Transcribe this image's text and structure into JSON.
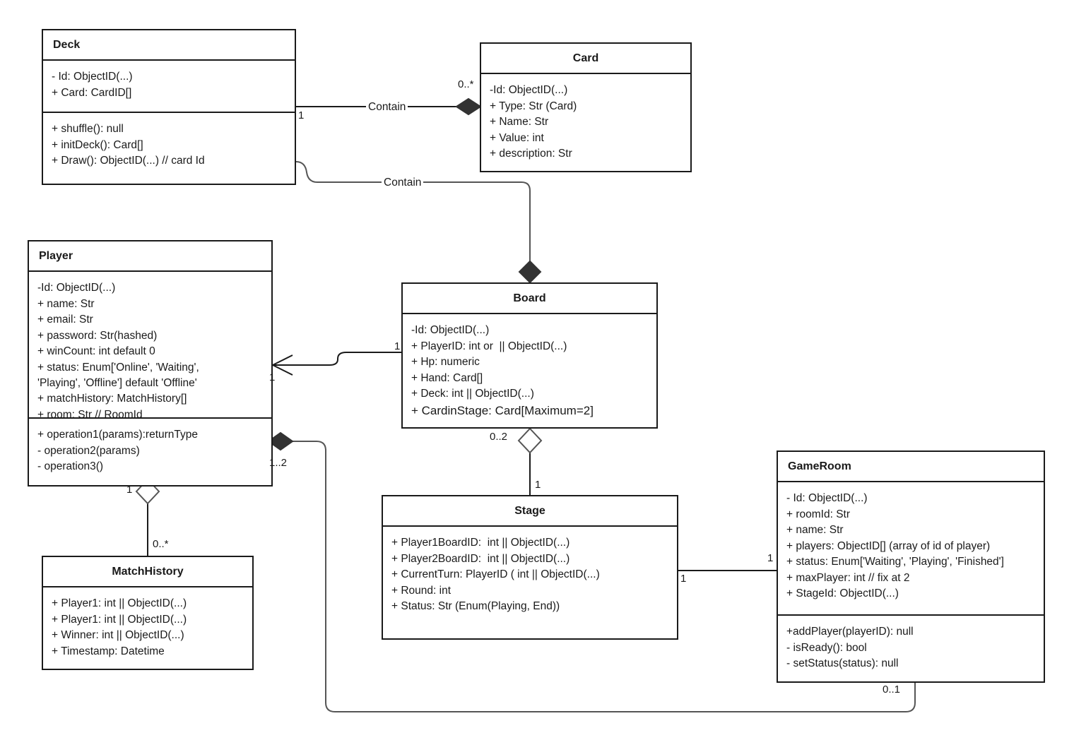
{
  "diagram": {
    "kind": "uml-class-diagram",
    "stroke_color": "#1a1a1a",
    "background_color": "#ffffff",
    "fill_color": "#ffffff"
  },
  "classes": {
    "deck": {
      "name": "Deck",
      "attributes": [
        "- Id: ObjectID(...)",
        "+ Card: CardID[]"
      ],
      "operations": [
        "+ shuffle(): null",
        "+ initDeck(): Card[]",
        "+ Draw(): ObjectID(...) // card Id"
      ]
    },
    "card": {
      "name": "Card",
      "attributes": [
        "-Id: ObjectID(...)",
        "+ Type: Str (Card)",
        "+ Name: Str",
        "+ Value: int",
        "+ description: Str"
      ]
    },
    "player": {
      "name": "Player",
      "attributes": [
        "-Id: ObjectID(...)",
        "+ name: Str",
        "+ email: Str",
        "+ password: Str(hashed)",
        "+ winCount: int default 0",
        "+ status: Enum['Online', 'Waiting',\n'Playing', 'Offline'] default 'Offline'",
        "+ matchHistory: MatchHistory[]",
        "+ room: Str // RoomId"
      ],
      "operations": [
        "+ operation1(params):returnType",
        "- operation2(params)",
        "- operation3()"
      ]
    },
    "board": {
      "name": "Board",
      "attributes": [
        "-Id: ObjectID(...)",
        "+ PlayerID: int or  || ObjectID(...)",
        "+ Hp: numeric",
        "+ Hand: Card[]",
        "+ Deck: int || ObjectID(...)",
        "+ CardinStage: Card[Maximum=2]"
      ]
    },
    "stage": {
      "name": "Stage",
      "attributes": [
        "+ Player1BoardID:  int || ObjectID(...)",
        "+ Player2BoardID:  int || ObjectID(...)",
        "+ CurrentTurn: PlayerID ( int || ObjectID(...)",
        "+ Round: int",
        "+ Status: Str (Enum(Playing, End))"
      ]
    },
    "gameroom": {
      "name": "GameRoom",
      "attributes": [
        "- Id: ObjectID(...)",
        "+ roomId: Str",
        "+ name: Str",
        "+ players: ObjectID[] (array of id of player)",
        "+ status: Enum['Waiting', 'Playing', 'Finished']",
        "+ maxPlayer: int // fix at 2",
        "+ StageId: ObjectID(...)"
      ],
      "operations": [
        "+addPlayer(playerID): null",
        "- isReady(): bool",
        "- setStatus(status): null"
      ]
    },
    "matchhistory": {
      "name": "MatchHistory",
      "attributes": [
        "+ Player1: int || ObjectID(...)",
        "+ Player1: int || ObjectID(...)",
        "+ Winner: int || ObjectID(...)",
        "+ Timestamp: Datetime"
      ]
    }
  },
  "relationships": {
    "deck_card": {
      "label": "Contain",
      "source_multiplicity": "1",
      "target_multiplicity": "0..*",
      "end_marker": "filled-diamond"
    },
    "deck_board": {
      "label": "Contain",
      "end_marker": "filled-diamond"
    },
    "board_player": {
      "source_multiplicity": "1",
      "target_multiplicity": "1",
      "end_marker": "open-arrow"
    },
    "board_stage": {
      "source_multiplicity": "0..2",
      "target_multiplicity": "1",
      "end_marker": "hollow-diamond"
    },
    "player_matchhistory": {
      "source_multiplicity": "1",
      "target_multiplicity": "0..*",
      "end_marker": "hollow-diamond"
    },
    "player_gameroom": {
      "source_multiplicity": "1..2",
      "target_multiplicity": "0..1",
      "end_marker": "filled-diamond"
    },
    "stage_gameroom": {
      "source_multiplicity": "1",
      "target_multiplicity": "1",
      "end_marker": "none"
    }
  }
}
